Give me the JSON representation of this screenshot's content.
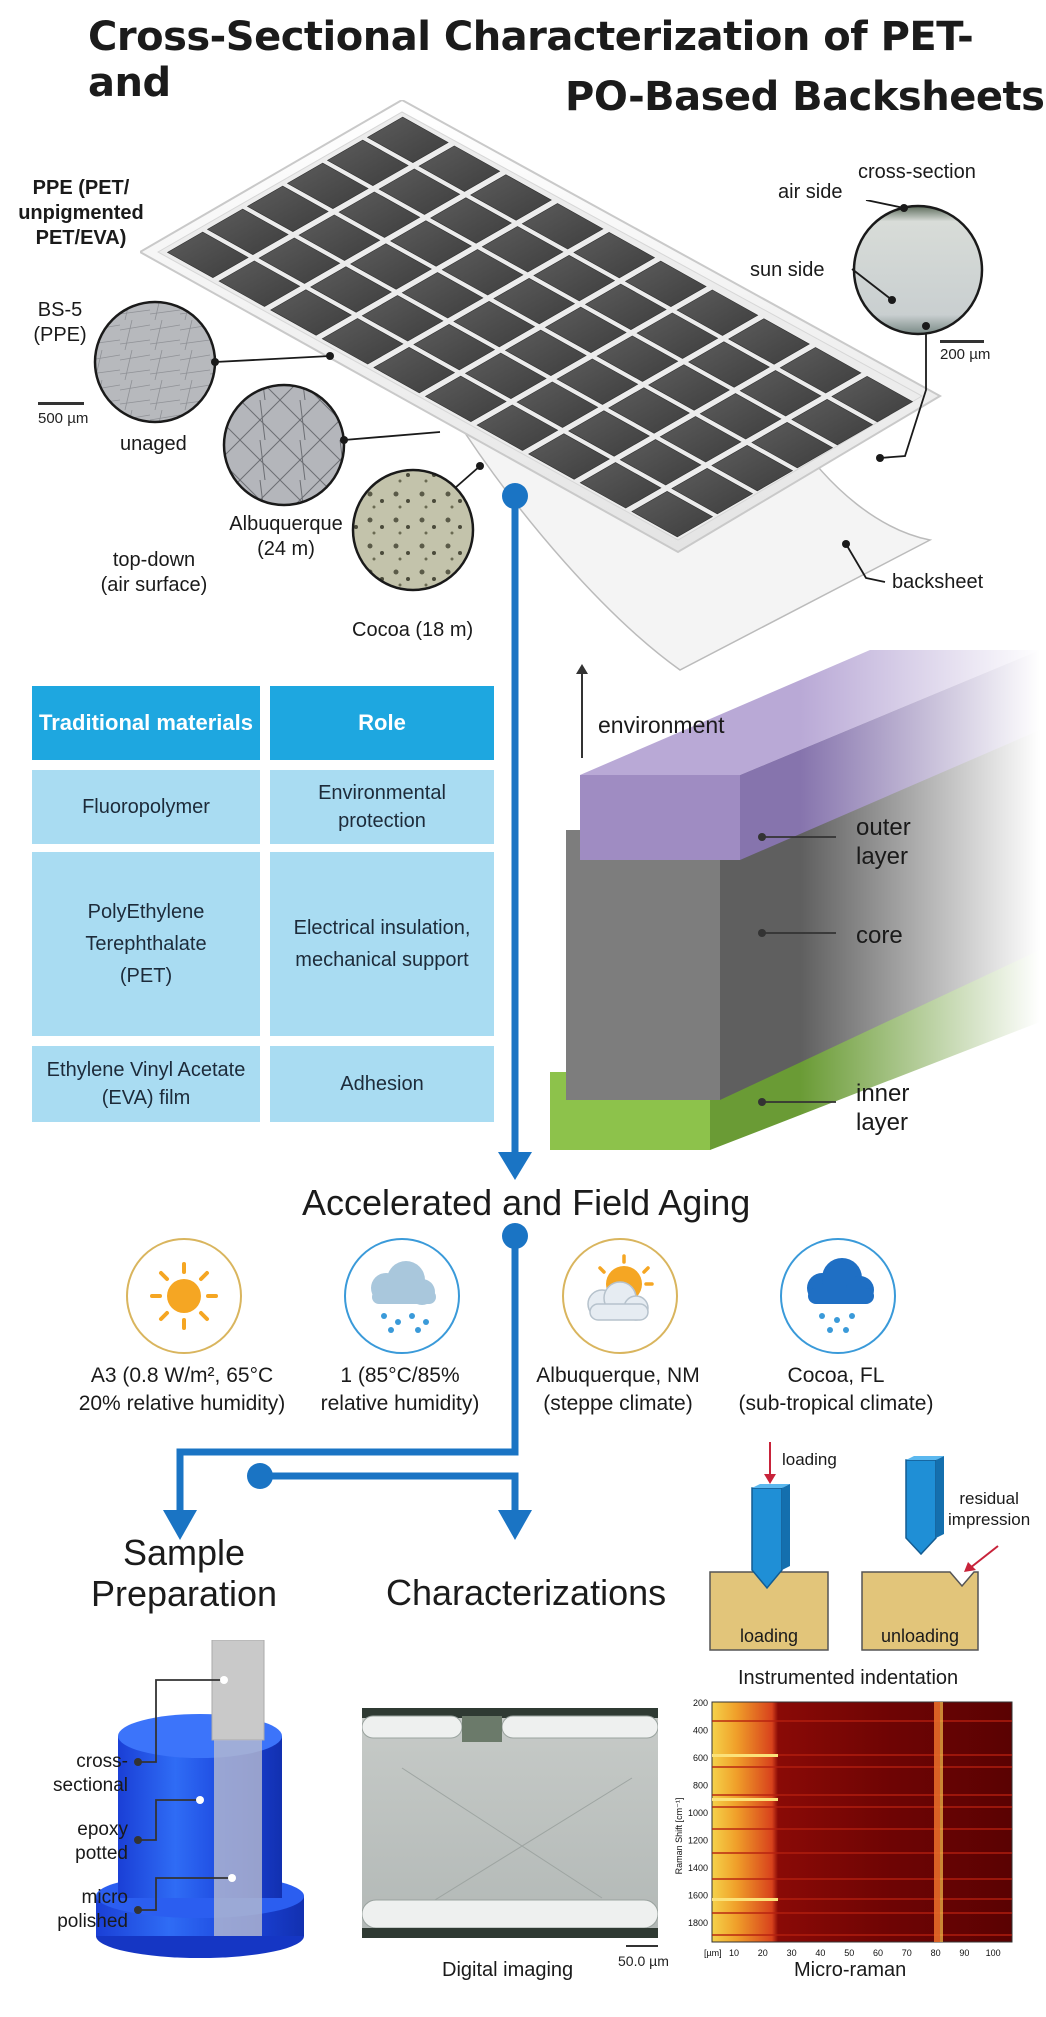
{
  "title": {
    "line1": "Cross-Sectional Characterization of PET- and",
    "line2": "PO-Based Backsheets"
  },
  "panel": {
    "ppe_label_1": "PPE (PET/",
    "ppe_label_2": "unpigmented",
    "ppe_label_3": "PET/EVA)",
    "bs5_label_1": "BS-5",
    "bs5_label_2": "(PPE)",
    "scale_500": "500 µm",
    "unaged": "unaged",
    "albuquerque_1": "Albuquerque",
    "albuquerque_2": "(24 m)",
    "cocoa": "Cocoa (18 m)",
    "topdown_1": "top-down",
    "topdown_2": "(air surface)",
    "cross_section": "cross-section",
    "air_side": "air side",
    "sun_side": "sun side",
    "scale_200": "200 µm",
    "backsheet": "backsheet"
  },
  "table": {
    "headers": [
      "Traditional materials",
      "Role"
    ],
    "rows": [
      {
        "material": "Fluoropolymer",
        "role": "Environmental protection"
      },
      {
        "material": "PolyEthylene Terephthalate (PET)",
        "role": "Electrical insulation, mechanical support"
      },
      {
        "material": "Ethylene Vinyl Acetate (EVA) film",
        "role": "Adhesion"
      }
    ]
  },
  "layers": {
    "environment": "environment",
    "outer_1": "outer",
    "outer_2": "layer",
    "core": "core",
    "inner_1": "inner",
    "inner_2": "layer",
    "colors": {
      "outer": "#9a86bd",
      "core": "#6b6b6b",
      "inner": "#7fb241"
    }
  },
  "aging": {
    "heading": "Accelerated and Field Aging",
    "items": [
      {
        "line1": "A3 (0.8 W/m², 65°C",
        "line2": "20% relative humidity)",
        "icon": "sun-icon"
      },
      {
        "line1": "1 (85°C/85%",
        "line2": "relative humidity)",
        "icon": "rain-cloud-icon"
      },
      {
        "line1": "Albuquerque, NM",
        "line2": "(steppe climate)",
        "icon": "sun-cloud-icon"
      },
      {
        "line1": "Cocoa, FL",
        "line2": "(sub-tropical climate)",
        "icon": "storm-cloud-icon"
      }
    ]
  },
  "sample": {
    "heading_1": "Sample",
    "heading_2": "Preparation",
    "cross_1": "cross-",
    "cross_2": "sectional",
    "epoxy_1": "epoxy",
    "epoxy_2": "potted",
    "micro_1": "micro",
    "micro_2": "polished"
  },
  "char": {
    "heading": "Characterizations",
    "digital": "Digital imaging",
    "scale_50": "50.0 µm",
    "indent_loading_top": "loading",
    "indent_residual_1": "residual",
    "indent_residual_2": "impression",
    "indent_loading_block": "loading",
    "indent_unloading_block": "unloading",
    "indentation_title": "Instrumented indentation",
    "raman_title": "Micro-raman",
    "raman_ylabel": "Raman Shift [cm⁻¹]",
    "raman_xunit": "[µm]",
    "raman_yticks": [
      "200",
      "400",
      "600",
      "800",
      "1000",
      "1200",
      "1400",
      "1600",
      "1800"
    ],
    "raman_xticks": [
      "10",
      "20",
      "30",
      "40",
      "50",
      "60",
      "70",
      "80",
      "90",
      "100"
    ]
  },
  "accent": "#1a74c4"
}
